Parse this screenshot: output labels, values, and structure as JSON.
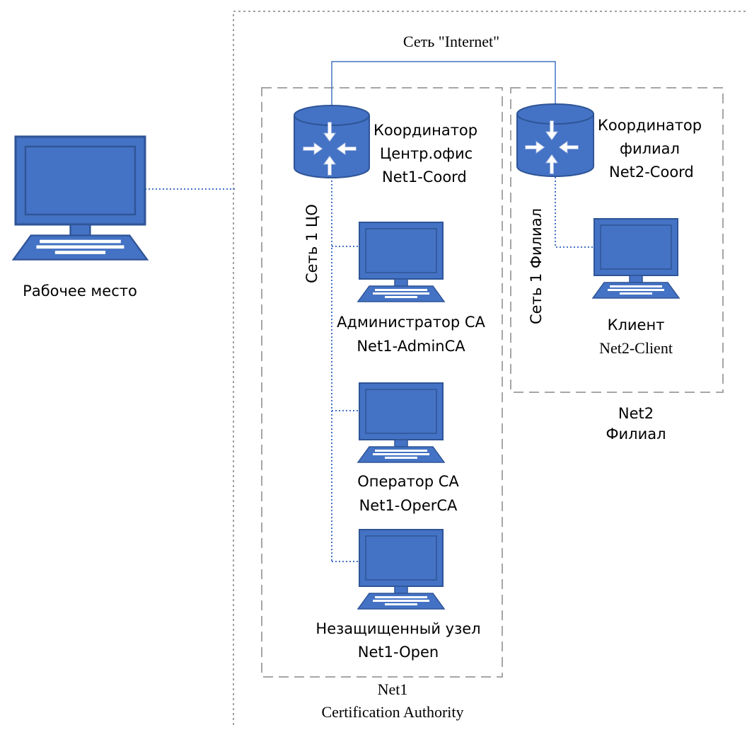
{
  "internet": {
    "label": "Сеть \"Internet\""
  },
  "workstation": {
    "label": "Рабочее место",
    "icon": "computer-icon"
  },
  "net1": {
    "title": "Net1",
    "subtitle": "Certification Authority",
    "segment_label": "Сеть 1 ЦО",
    "coordinator": {
      "line1": "Координатор",
      "line2": "Центр.офис",
      "line3": "Net1-Coord",
      "icon": "router-icon"
    },
    "nodes": [
      {
        "line1": "Администратор СА",
        "line2": "Net1-AdminCA",
        "icon": "computer-icon"
      },
      {
        "line1": "Оператор СА",
        "line2": "Net1-OperCA",
        "icon": "computer-icon"
      },
      {
        "line1": "Незащищенный узел",
        "line2": "Net1-Open",
        "icon": "computer-icon"
      }
    ]
  },
  "net2": {
    "title": "Net2",
    "subtitle": "Филиал",
    "segment_label": "Сеть 1 Филиал",
    "coordinator": {
      "line1": "Координатор",
      "line2": "филиал",
      "line3": "Net2-Coord",
      "icon": "router-icon"
    },
    "client": {
      "line1": "Клиент",
      "line2": "Net2-Client",
      "icon": "computer-icon"
    }
  },
  "colors": {
    "device_fill": "#4472c4",
    "device_stroke": "#2f5597",
    "link": "#4472c4",
    "boundary": "#a6a6a6",
    "outer_boundary": "#808080"
  }
}
